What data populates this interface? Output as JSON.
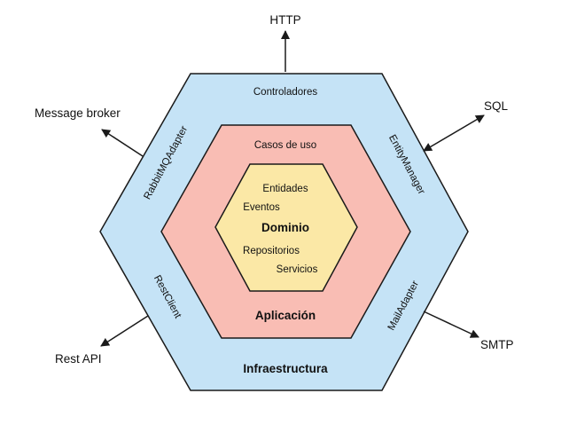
{
  "colors": {
    "infraestructura": "#c5e3f6",
    "aplicacion": "#f9bdb4",
    "dominio": "#fbe8a6",
    "stroke": "#1a1a1a",
    "text": "#111111"
  },
  "layers": {
    "infraestructura": {
      "name": "Infraestructura",
      "components": {
        "top": "Controladores",
        "upper_left": "RabbitMQAdapter",
        "upper_right": "EntityManager",
        "lower_left": "RestClient",
        "lower_right": "MailAdapter"
      }
    },
    "aplicacion": {
      "name": "Aplicación",
      "components": {
        "top": "Casos de uso"
      }
    },
    "dominio": {
      "name": "Dominio",
      "items": {
        "entidades": "Entidades",
        "eventos": "Eventos",
        "repositorios": "Repositorios",
        "servicios": "Servicios"
      }
    }
  },
  "external": {
    "http": "HTTP",
    "sql": "SQL",
    "message_broker": "Message broker",
    "rest_api": "Rest API",
    "smtp": "SMTP"
  }
}
